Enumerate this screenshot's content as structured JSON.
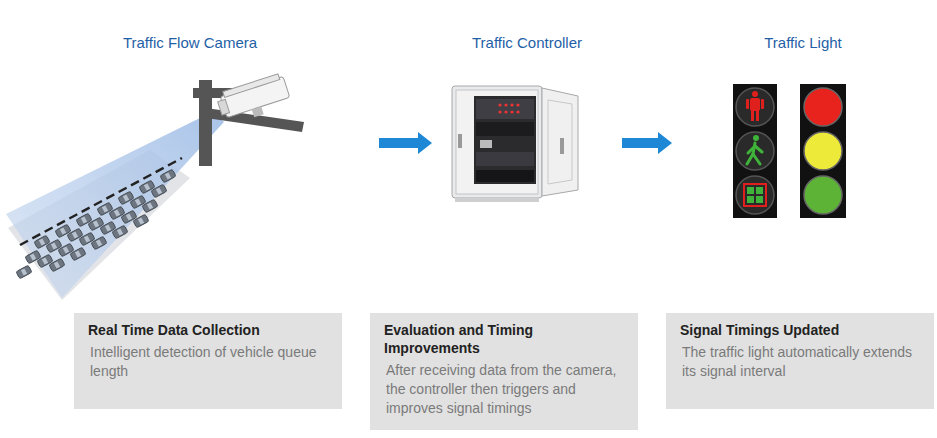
{
  "diagram": {
    "nodes": [
      {
        "text": [
          "Traffic Flow Camera"
        ]
      },
      {
        "text": [
          "Traffic Controller"
        ]
      },
      {
        "text": [
          "Traffic Light"
        ]
      },
      {
        "text": [
          "Real Time Data Collection",
          "Intelligent detection of vehicle queue length"
        ]
      },
      {
        "text": [
          "Evaluation and Timing Improvements",
          "After receiving data from the camera, the controller then triggers and improves signal timings"
        ]
      },
      {
        "text": [
          "Signal Timings Updated",
          "The traffic light automatically extends its signal interval"
        ]
      }
    ],
    "edges": [
      {
        "from": 0,
        "to": 1,
        "arrow": "to"
      },
      {
        "from": 1,
        "to": 2,
        "arrow": "to"
      }
    ]
  }
}
